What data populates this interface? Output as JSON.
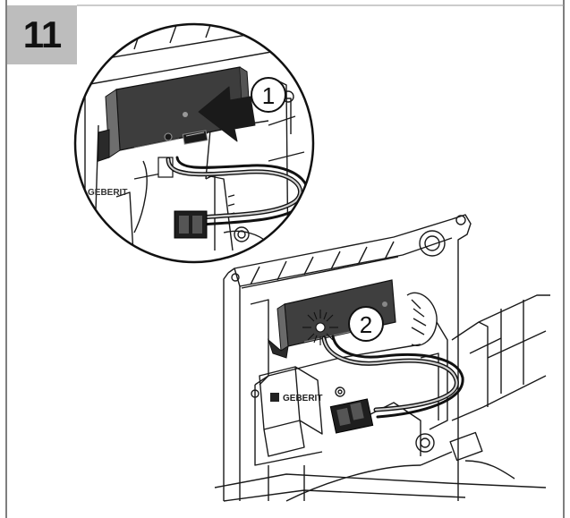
{
  "step": {
    "number": "11"
  },
  "callouts": [
    {
      "label": "1"
    },
    {
      "label": "2"
    }
  ],
  "brand": {
    "text": "GEBERIT"
  },
  "colors": {
    "step_box": "#bdbdbd",
    "line": "#1a1a1a",
    "shade": "#4a4a4a",
    "background": "#ffffff"
  }
}
